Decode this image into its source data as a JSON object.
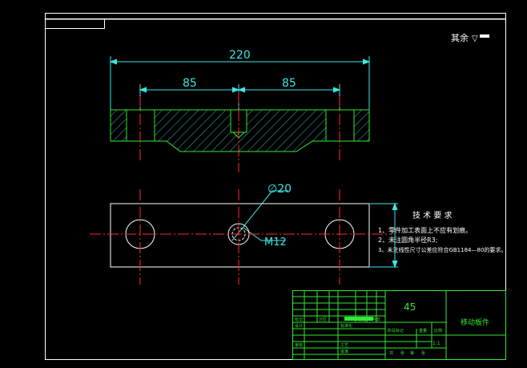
{
  "surface_finish": {
    "label": "其余",
    "symbol": "▽"
  },
  "dimensions": {
    "overall_width": "220",
    "left_half": "85",
    "right_half": "85",
    "hole_diameter": "∅20",
    "thread": "M12"
  },
  "technical_requirements": {
    "title": "技 术 要 求",
    "items": [
      "1、零件加工表面上不应有划痕。",
      "2、未注圆角半径R3;",
      "3、未注线性尺寸公差应符合GB1184—80的要求。"
    ]
  },
  "title_block": {
    "material": "45",
    "part_name": "移动板件",
    "scale": "1:1",
    "row_labels": [
      "标记",
      "分区",
      "设计",
      "标准化",
      "审核",
      "工艺",
      "批准",
      "签名",
      "年月日"
    ],
    "col_headers": [
      "阶段标记",
      "重量",
      "比例"
    ],
    "sheet_labels": [
      "共",
      "张",
      "第",
      "张"
    ]
  },
  "colors": {
    "border": "#ffffff",
    "centerline": "#ff2a2a",
    "dimension": "#3ee6e6",
    "outline": "#35e835",
    "hatch": "#3ee6e6",
    "text": "#ffffff"
  }
}
